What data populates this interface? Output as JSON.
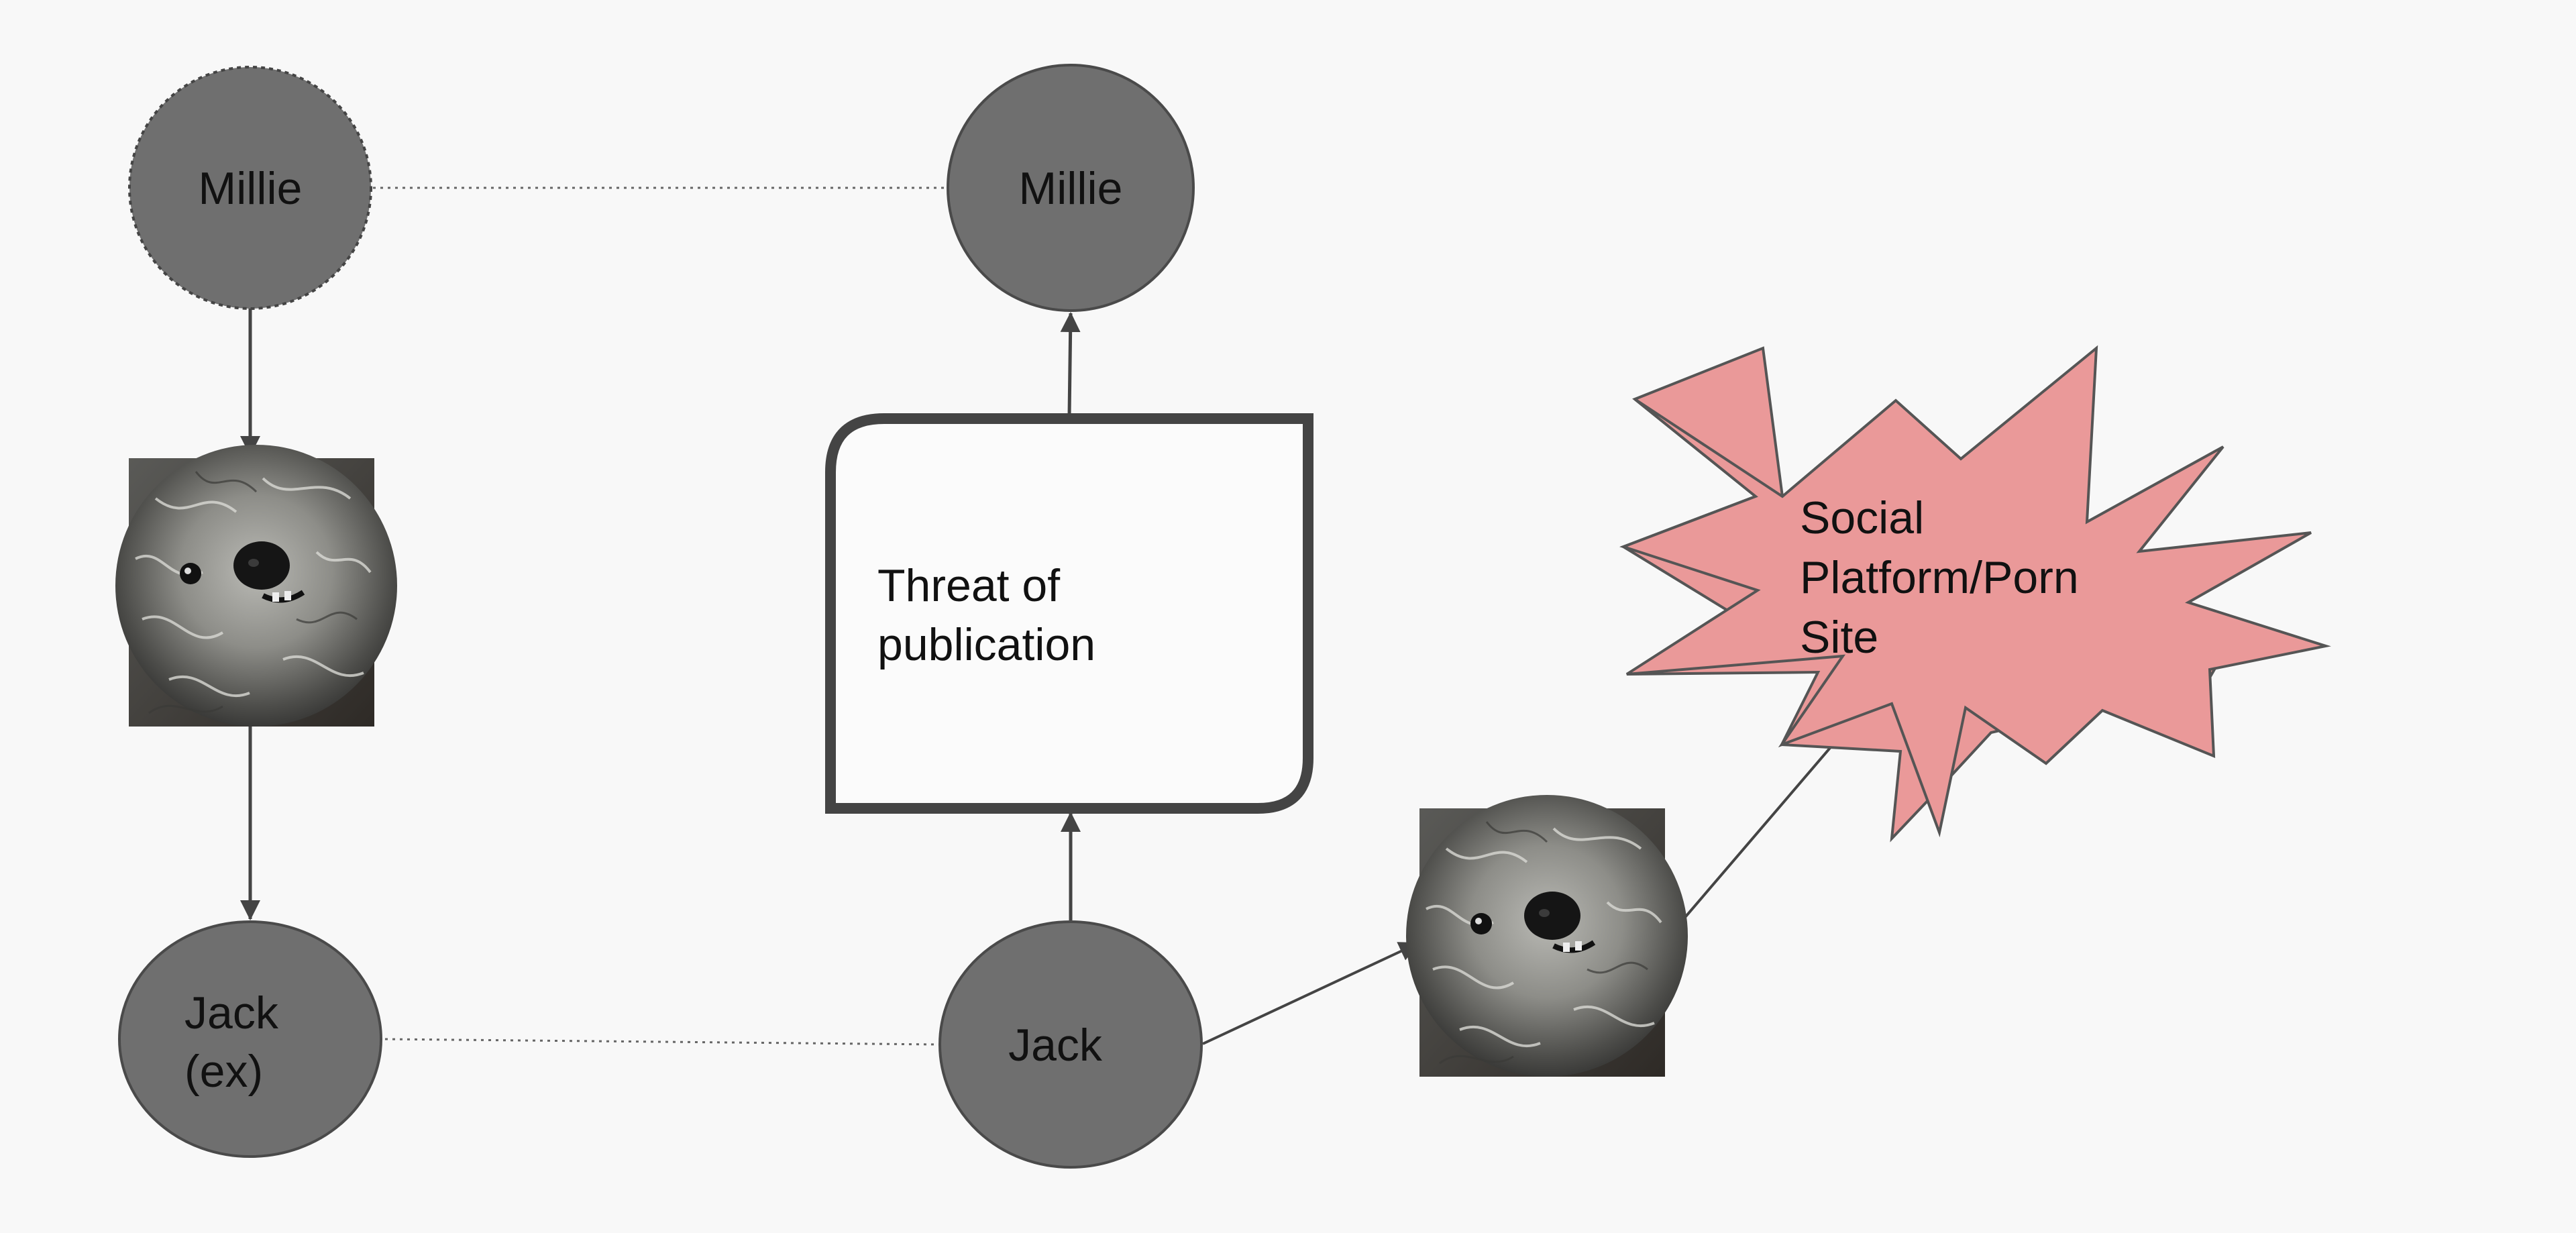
{
  "nodes": {
    "millie_left": {
      "label": "Millie"
    },
    "millie_right": {
      "label": "Millie"
    },
    "jack_ex": {
      "label_line1": "Jack",
      "label_line2": "(ex)"
    },
    "jack": {
      "label": "Jack"
    }
  },
  "threat_box": {
    "line1": "Threat of",
    "line2": "publication"
  },
  "burst": {
    "line1": "Social",
    "line2": "Platform/Porn",
    "line3": "Site"
  },
  "photos": [
    {
      "name": "dog-photo",
      "description": "shaggy grey dog"
    },
    {
      "name": "dog-photo",
      "description": "shaggy grey dog"
    }
  ],
  "colors": {
    "background": "#f8f8f8",
    "node_fill": "#6f6f6f",
    "node_stroke": "#4a4a4a",
    "burst_fill": "#ea9999",
    "burst_stroke": "#555555",
    "box_stroke": "#444444",
    "arrow": "#444444"
  }
}
